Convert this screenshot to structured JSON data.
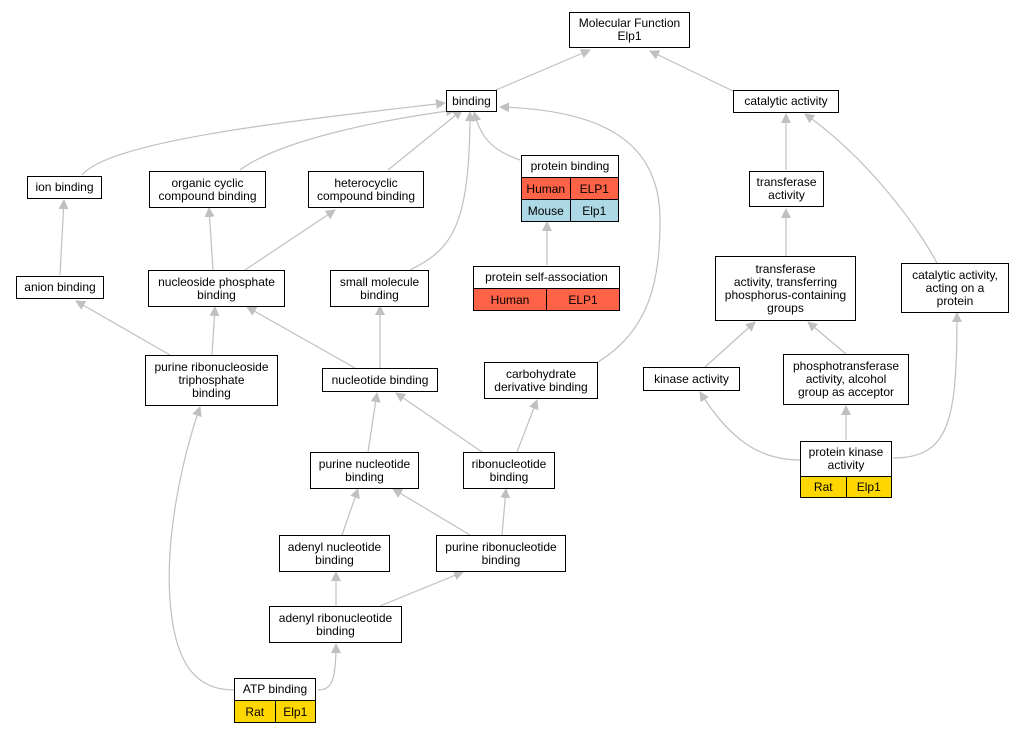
{
  "graph": {
    "nodes": {
      "mf_root": "Molecular Function\nElp1",
      "binding": "binding",
      "catalytic_activity": "catalytic activity",
      "ion_binding": "ion binding",
      "organic_cyclic": "organic cyclic\ncompound binding",
      "heterocyclic": "heterocyclic\ncompound binding",
      "protein_binding": "protein binding",
      "transferase": "transferase\nactivity",
      "anion_binding": "anion binding",
      "nucleoside_phosphate": "nucleoside phosphate\nbinding",
      "small_molecule": "small molecule\nbinding",
      "protein_self_assoc": "protein self-association",
      "transferase_phosphorus": "transferase\nactivity, transferring\nphosphorus-containing\ngroups",
      "catalytic_protein": "catalytic activity,\nacting on a\nprotein",
      "purine_ribonucleoside_tp": "purine ribonucleoside\ntriphosphate\nbinding",
      "nucleotide_binding": "nucleotide binding",
      "carbohydrate_derivative": "carbohydrate\nderivative binding",
      "kinase_activity": "kinase activity",
      "phosphotransferase": "phosphotransferase\nactivity, alcohol\ngroup as acceptor",
      "purine_nucleotide": "purine nucleotide\nbinding",
      "ribonucleotide": "ribonucleotide\nbinding",
      "protein_kinase": "protein kinase\nactivity",
      "adenyl_nucleotide": "adenyl nucleotide\nbinding",
      "purine_ribonucleotide": "purine ribonucleotide\nbinding",
      "adenyl_ribonucleotide": "adenyl ribonucleotide\nbinding",
      "atp_binding": "ATP binding"
    },
    "annotations": {
      "protein_binding_human": [
        "Human",
        "ELP1"
      ],
      "protein_binding_mouse": [
        "Mouse",
        "Elp1"
      ],
      "protein_self_assoc_human": [
        "Human",
        "ELP1"
      ],
      "protein_kinase_rat": [
        "Rat",
        "Elp1"
      ],
      "atp_binding_rat": [
        "Rat",
        "Elp1"
      ]
    },
    "colors": {
      "edge": "#c0c0c0",
      "human": "#ff6347",
      "mouse": "#add8e6",
      "rat": "#ffd700"
    }
  }
}
